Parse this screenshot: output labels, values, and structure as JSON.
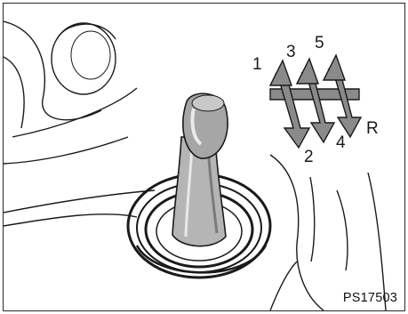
{
  "figure": {
    "code": "PS17503",
    "shift_pattern": {
      "gears": [
        "1",
        "2",
        "3",
        "4",
        "5",
        "R"
      ]
    }
  },
  "colors": {
    "line": "#1a1a1a",
    "arrow_fill": "#8a8a8a",
    "knob_fill": "#a6a6a6",
    "background": "#ffffff"
  }
}
